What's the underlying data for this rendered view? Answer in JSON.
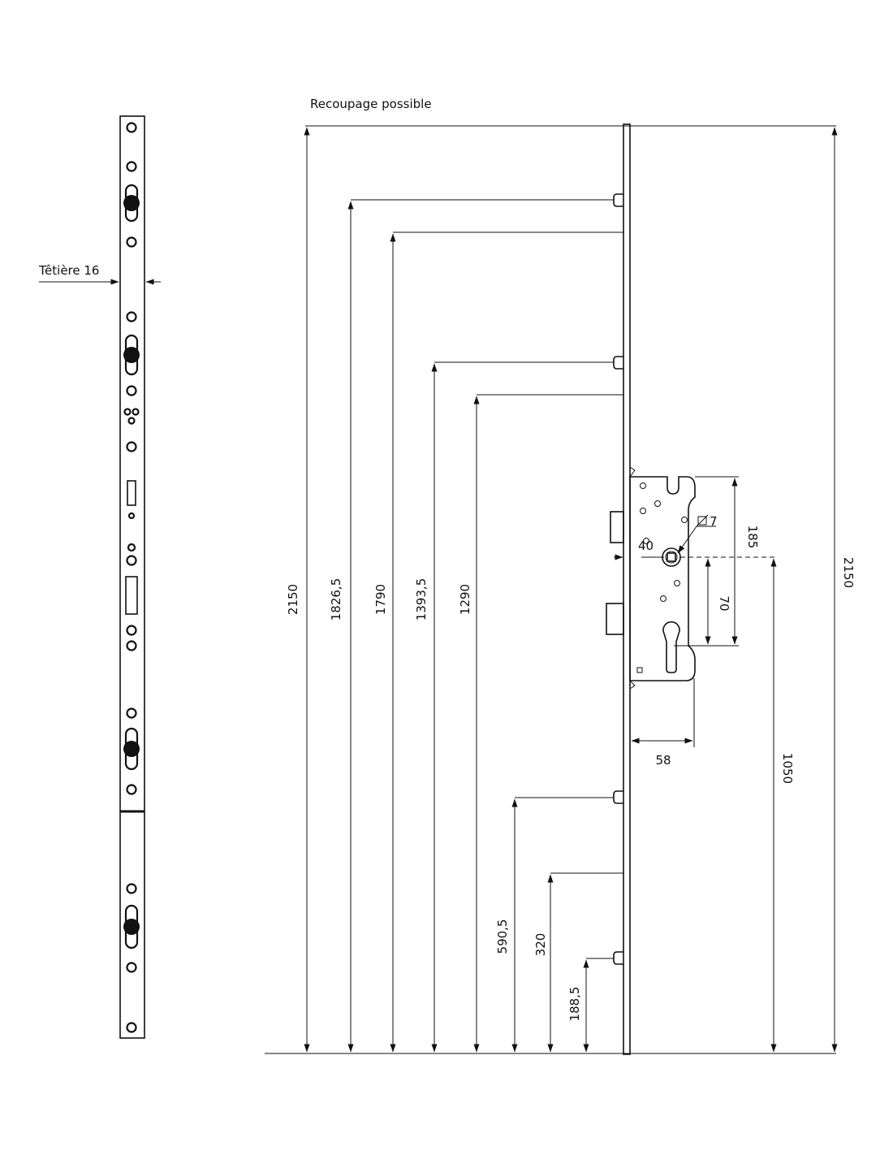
{
  "labels": {
    "recoupage": "Recoupage possible",
    "tetiere": "Têtière 16",
    "square": "7",
    "backset": "40",
    "d185": "185",
    "d70": "70",
    "d58": "58"
  },
  "vertical_dimensions": [
    {
      "id": "total-left",
      "value": "2150"
    },
    {
      "id": "d1826",
      "value": "1826,5"
    },
    {
      "id": "d1790",
      "value": "1790"
    },
    {
      "id": "d1393",
      "value": "1393,5"
    },
    {
      "id": "d1290",
      "value": "1290"
    },
    {
      "id": "d590",
      "value": "590,5"
    },
    {
      "id": "d320",
      "value": "320"
    },
    {
      "id": "d188",
      "value": "188,5"
    },
    {
      "id": "d1050",
      "value": "1050"
    },
    {
      "id": "total-right",
      "value": "2150"
    }
  ]
}
